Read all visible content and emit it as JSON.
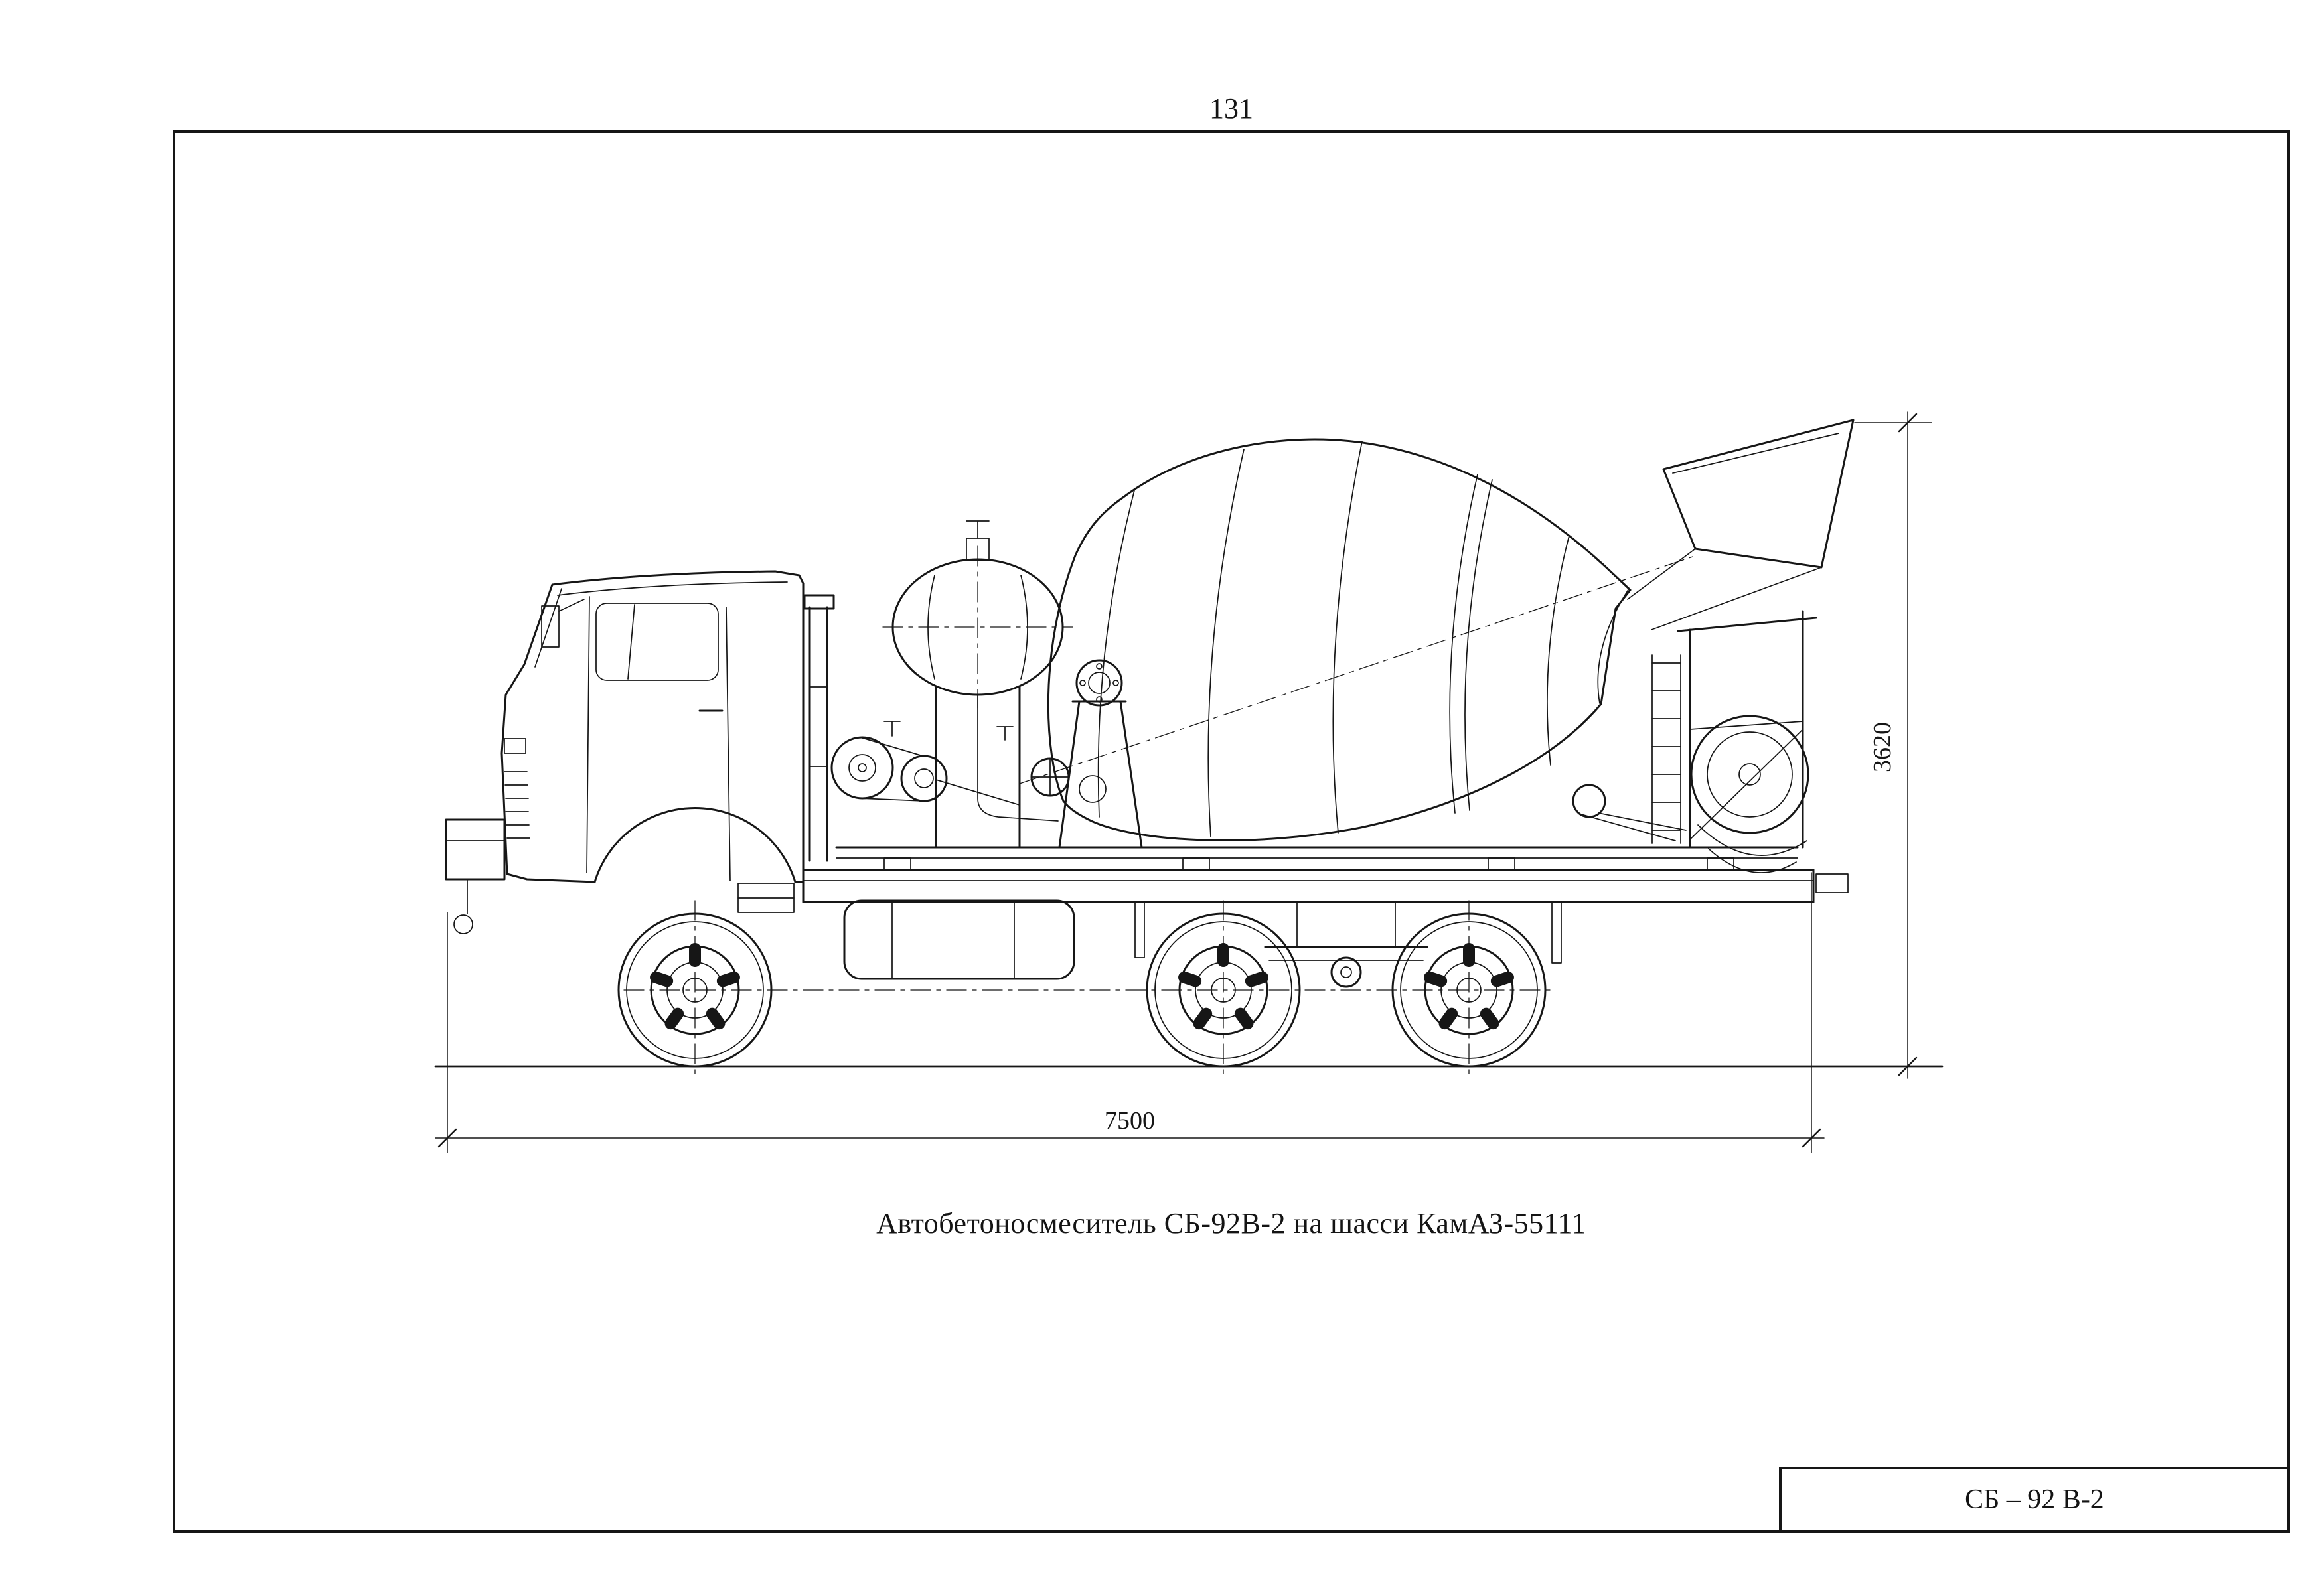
{
  "page": {
    "number": "131"
  },
  "drawing": {
    "caption": "Автобетоносмеситель СБ-92В-2 на шасси КамАЗ-55111",
    "dimension_length_mm": "7500",
    "dimension_height_mm": "3620",
    "subject": "concrete-mixer-truck-side-view"
  },
  "title_block": {
    "code": "СБ – 92 В-2"
  },
  "colors": {
    "ink": "#161616",
    "paper": "#ffffff"
  }
}
